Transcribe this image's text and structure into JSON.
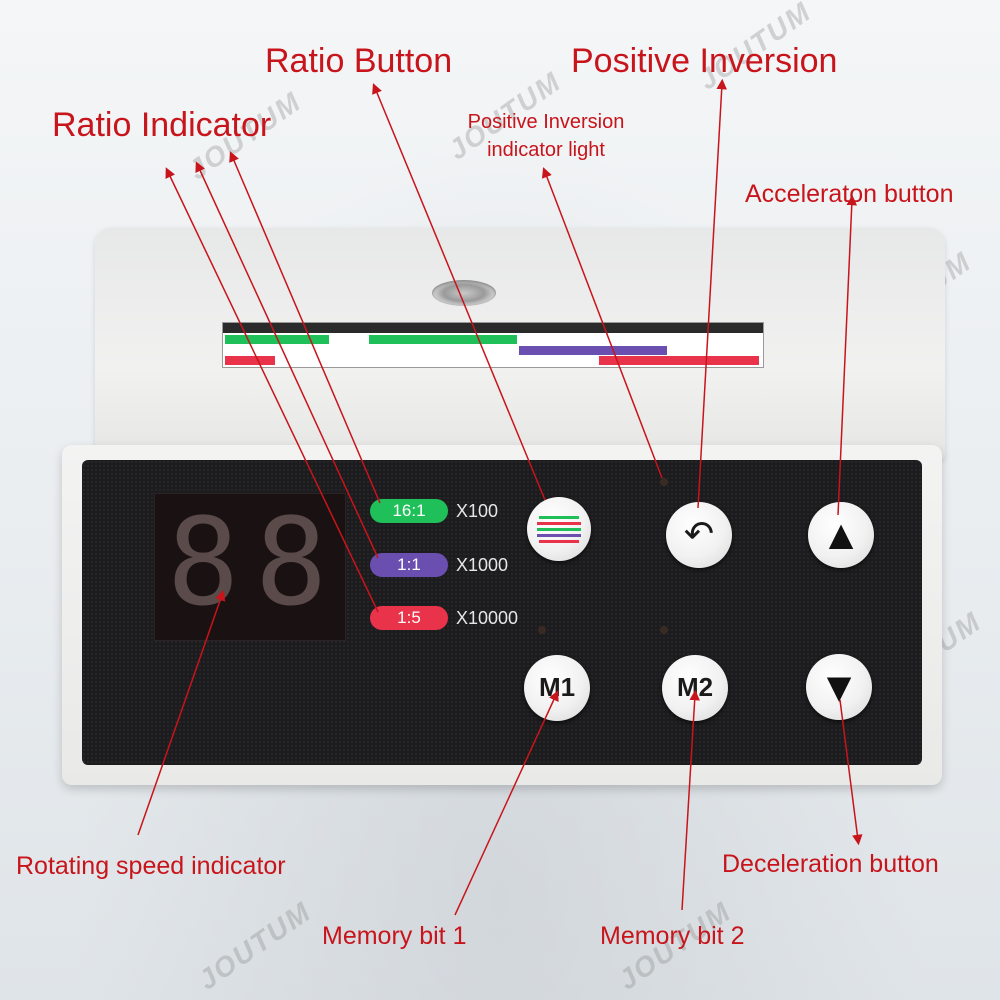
{
  "callouts": {
    "ratio_button": "Ratio Button",
    "positive_inversion": "Positive Inversion",
    "ratio_indicator": "Ratio Indicator",
    "inversion_light_line1": "Positive Inversion",
    "inversion_light_line2": "indicator light",
    "acceleration": "Acceleraton button",
    "rotating_speed": "Rotating speed indicator",
    "deceleration": "Deceleration button",
    "memory1": "Memory bit 1",
    "memory2": "Memory bit 2"
  },
  "panel": {
    "display_digits": [
      "8",
      "8"
    ],
    "ratios": [
      {
        "label": "16:1",
        "multiplier": "X100",
        "color": "#1fbf5a"
      },
      {
        "label": "1:1",
        "multiplier": "X1000",
        "color": "#6a4fb0"
      },
      {
        "label": "1:5",
        "multiplier": "X10000",
        "color": "#e8334a"
      }
    ],
    "m1_label": "M1",
    "m2_label": "M2",
    "up_glyph": "▲",
    "down_glyph": "▼",
    "inversion_glyph": "↶"
  },
  "watermark": "JOUTUM",
  "colors": {
    "callout": "#c8141b",
    "green": "#1fbf5a",
    "purple": "#6a4fb0",
    "red": "#e8334a"
  },
  "icons": [
    "up-arrow-icon",
    "down-arrow-icon",
    "rotate-icon",
    "ratio-stripes-icon"
  ]
}
